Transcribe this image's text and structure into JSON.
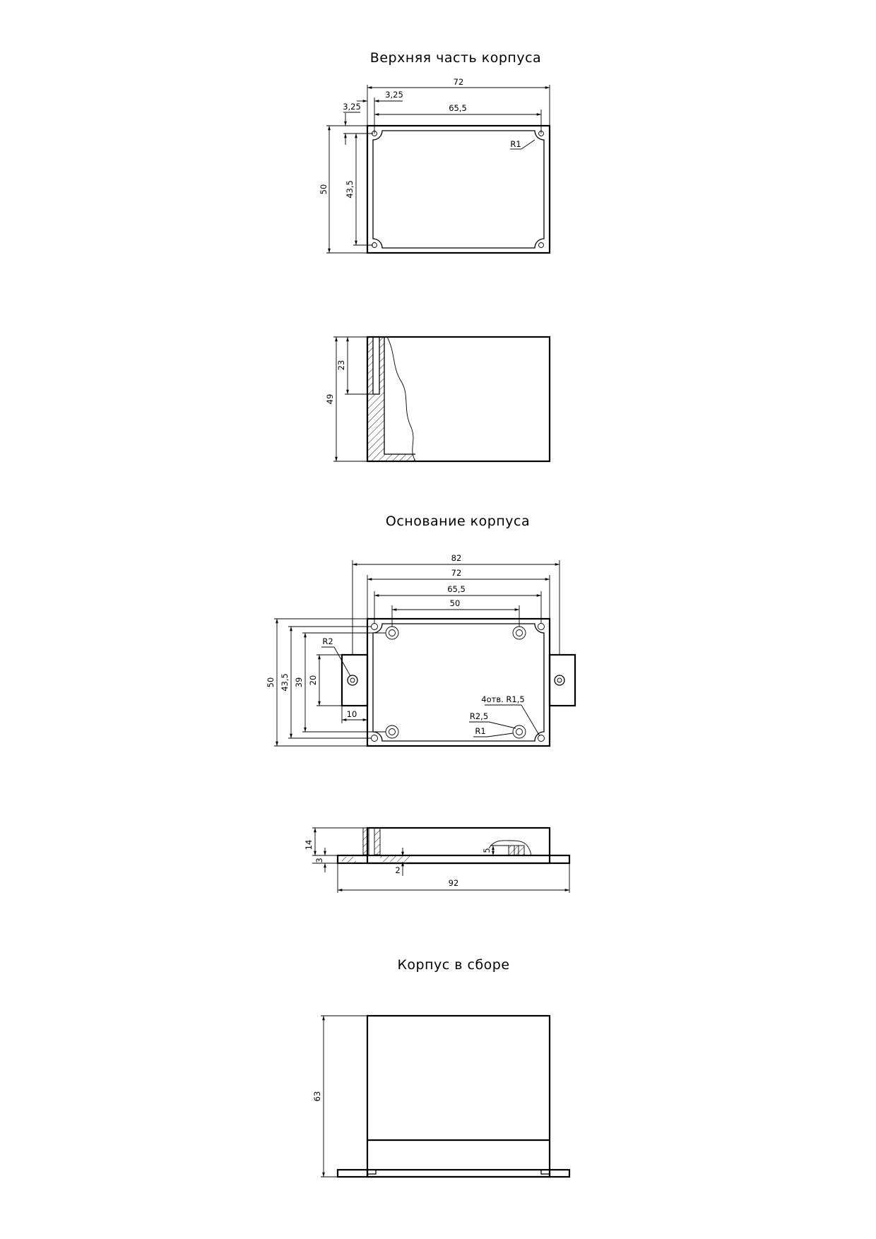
{
  "sections": {
    "top_cover": {
      "title": "Верхняя часть корпуса"
    },
    "base": {
      "title": "Основание корпуса"
    },
    "assembly": {
      "title": "Корпус в сборе"
    }
  },
  "dimensions": {
    "top_plan": {
      "width_outer": "72",
      "offset_x": "3,25",
      "offset_y": "3,25",
      "width_holes": "65,5",
      "height_outer": "50",
      "height_holes": "43,5",
      "corner_radius": "R1"
    },
    "top_side": {
      "height_total": "49",
      "slot_depth": "23"
    },
    "base_plan": {
      "width_flanges": "82",
      "width_body": "72",
      "width_holes": "65,5",
      "width_bosses": "50",
      "height_outer": "50",
      "height_holes": "43,5",
      "height_bosses": "39",
      "flange_height": "20",
      "flange_width": "10",
      "flange_hole_radius": "R2",
      "holes_note": "4отв. R1,5",
      "boss_radius": "R2,5",
      "corner_radius": "R1"
    },
    "base_side": {
      "height_body": "14",
      "flange_thickness": "3",
      "wall_gap": "2",
      "boss_height": "5",
      "length_total": "92"
    },
    "assembly": {
      "height_total": "63"
    }
  }
}
